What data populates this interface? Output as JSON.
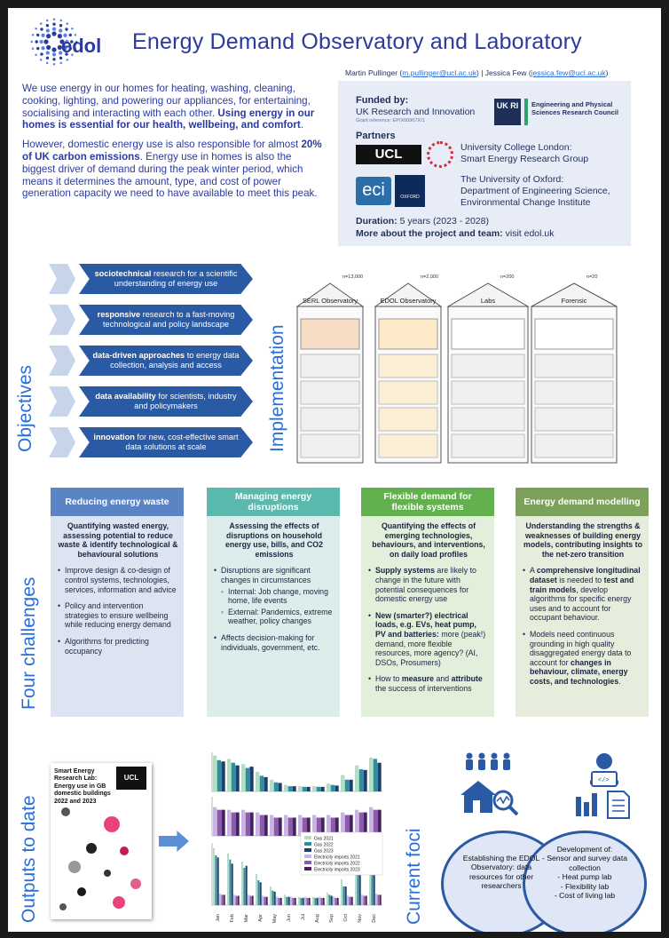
{
  "header": {
    "logo_text": "edol",
    "title": "Energy Demand Observatory and Laboratory",
    "authors_prefix": "Martin Pullinger (",
    "email_1": "m.pullinger@ucl.ac.uk",
    "authors_mid": ") | Jessica Few (",
    "email_2": "jessica.few@ucl.ac.uk",
    "authors_suffix": ")"
  },
  "intro": {
    "p1_a": "We use energy in our homes for heating, washing, cleaning, cooking, lighting, and powering our appliances, for entertaining, socialising and interacting with each other. ",
    "p1_b": "Using energy in our homes is essential for our health, wellbeing, and comfort",
    "p1_c": ".",
    "p2_a": "However, domestic energy use is also responsible for almost ",
    "p2_b": "20% of UK carbon emissions",
    "p2_c": ". Energy use in homes is also the biggest driver of demand during the peak winter period, which means it determines the amount, type, and cost of power generation capacity we need to have available to meet this peak."
  },
  "funding": {
    "funded_label": "Funded by:",
    "funder": "UK Research and Innovation",
    "grant": "Grant reference: EP/X00967X/1",
    "ukri_logo": "UK RI",
    "epsrc": "Engineering and Physical Sciences Research Council",
    "partners_label": "Partners",
    "ucl_logo": "UCL",
    "partner_1_line1": "University College London:",
    "partner_1_line2": "Smart Energy Research Group",
    "eci_logo": "eci",
    "oxford_logo": "OXFORD",
    "partner_2_line1": "The University of Oxford:",
    "partner_2_line2": "Department of Engineering Science,",
    "partner_2_line3": "Environmental Change Institute",
    "duration_label": "Duration:",
    "duration_value": " 5 years (2023 - 2028)",
    "more_label": "More about the project and team:",
    "more_value": " visit edol.uk"
  },
  "objectives": {
    "heading": "Objectives",
    "items": [
      {
        "bold": "sociotechnical",
        "text": " research for a scientific understanding of energy use"
      },
      {
        "bold": "responsive",
        "text": " research to a fast-moving technological and policy landscape"
      },
      {
        "bold": "data-driven approaches",
        "text": " to energy data collection, analysis and access"
      },
      {
        "bold": "data availability",
        "text": " for scientists, industry and policymakers"
      },
      {
        "bold": "innovation",
        "text": " for new, cost-effective smart data solutions at scale"
      }
    ]
  },
  "implementation": {
    "heading": "Implementation",
    "houses": [
      {
        "n": "n=13,000",
        "name": "SERL Observatory"
      },
      {
        "n": "n=2,000",
        "name": "EDOL Observatory"
      },
      {
        "n": "n=200",
        "name": "Labs"
      },
      {
        "n": "n=20",
        "name": "Forensic"
      }
    ]
  },
  "challenges": {
    "heading": "Four challenges",
    "columns": [
      {
        "title": "Reducing energy waste",
        "color": "#5a84c4",
        "bg": "#dde4f1",
        "lead": "Quantifying wasted energy, assessing potential to reduce waste & identify technological & behavioural solutions",
        "bullets": [
          "Improve design & co-design of control systems, technologies, services, information and advice",
          "Policy and intervention strategies to ensure wellbeing while reducing energy demand",
          "Algorithms for predicting occupancy"
        ]
      },
      {
        "title": "Managing energy disruptions",
        "color": "#5ab8ad",
        "bg": "#dcedec",
        "lead": "Assessing the effects of disruptions on household energy use, bills, and CO2 emissions",
        "bullets": [
          "Disruptions are significant changes in circumstances",
          "Affects decision-making for individuals, government, etc."
        ],
        "sub": [
          "Internal: Job change, moving home, life events",
          "External: Pandemics, extreme weather, policy changes"
        ]
      },
      {
        "title": "Flexible demand for flexible systems",
        "color": "#63b04f",
        "bg": "#e2efdb",
        "lead": "Quantifying the effects of emerging technologies, behaviours, and interventions, on daily load profiles",
        "b1_bold": "Supply systems",
        "b1_text": " are likely to change in the future with potential consequences for domestic energy use",
        "b2_bold": "New (smarter?) electrical loads, e.g. EVs, heat pump, PV and batteries:",
        "b2_text": " more (peak!) demand, more flexible resources, more agency? (AI, DSOs, Prosumers)",
        "b3_a": "How to ",
        "b3_b": "measure",
        "b3_c": " and ",
        "b3_d": "attribute",
        "b3_e": " the success of interventions"
      },
      {
        "title": "Energy demand modelling",
        "color": "#7da05a",
        "bg": "#e6eddc",
        "lead": "Understanding the strengths & weaknesses of building energy models, contributing insights to the net-zero transition",
        "b1_a": "A ",
        "b1_b": "comprehensive longitudinal dataset",
        "b1_c": " is needed to ",
        "b1_d": "test and train models",
        "b1_e": ", develop algorithms for specific energy uses and to account for occupant behaviour.",
        "b2_a": "Models need continuous grounding in high quality disaggregated energy data to account for ",
        "b2_b": "changes in behaviour, climate, energy costs, and technologies",
        "b2_c": "."
      }
    ]
  },
  "outputs": {
    "heading": "Outputs to date",
    "report_title": "Smart Energy Research Lab: Energy use in GB domestic buildings 2022 and 2023",
    "report_logo": "UCL",
    "legend": [
      "Gas 2021",
      "Gas 2022",
      "Gas 2023",
      "Electricity imports 2021",
      "Electricity imports 2022",
      "Electricity imports 2023"
    ],
    "months": [
      "Jan",
      "Feb",
      "Mar",
      "Apr",
      "May",
      "Jun",
      "Jul",
      "Aug",
      "Sep",
      "Oct",
      "Nov",
      "Dec"
    ]
  },
  "chart_data": {
    "type": "bar",
    "series": [
      {
        "name": "Gas 2021",
        "values": [
          55,
          50,
          42,
          30,
          18,
          10,
          8,
          8,
          12,
          25,
          40,
          52
        ]
      },
      {
        "name": "Gas 2022",
        "values": [
          48,
          44,
          36,
          24,
          14,
          8,
          7,
          7,
          10,
          18,
          34,
          50
        ]
      },
      {
        "name": "Gas 2023",
        "values": [
          46,
          40,
          38,
          22,
          13,
          8,
          7,
          7,
          9,
          18,
          33,
          44
        ]
      },
      {
        "name": "Electricity imports 2021",
        "values": [
          11,
          10,
          10,
          9,
          8,
          8,
          8,
          8,
          8,
          9,
          10,
          11
        ]
      },
      {
        "name": "Electricity imports 2022",
        "values": [
          10,
          9,
          9,
          8,
          7,
          7,
          7,
          7,
          7,
          8,
          9,
          10
        ]
      },
      {
        "name": "Electricity imports 2023",
        "values": [
          10,
          9,
          9,
          8,
          7,
          7,
          7,
          7,
          7,
          8,
          9,
          10
        ]
      }
    ],
    "colors": [
      "#b7dcc6",
      "#2f8f9a",
      "#1d3f6e",
      "#c9b6e0",
      "#8a5bb0",
      "#4b2160"
    ]
  },
  "foci": {
    "heading": "Current foci",
    "left": "Establishing the EDOL Observatory: data resources for other researchers",
    "right": "Development of:\n- Sensor and survey data collection\n- Heat pump lab\n- Flexibility lab\n- Cost of living lab"
  }
}
